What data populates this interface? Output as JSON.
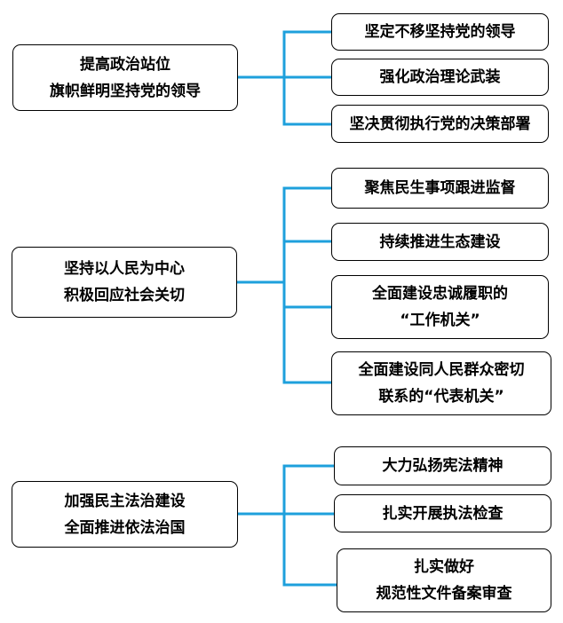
{
  "groups": [
    {
      "main": [
        "提高政治站位",
        "旗帜鲜明坚持党的领导"
      ],
      "items": [
        [
          "坚定不移坚持党的领导"
        ],
        [
          "强化政治理论武装"
        ],
        [
          "坚决贯彻执行党的决策部署"
        ]
      ]
    },
    {
      "main": [
        "坚持以人民为中心",
        "积极回应社会关切"
      ],
      "items": [
        [
          "聚焦民生事项跟进监督"
        ],
        [
          "持续推进生态建设"
        ],
        [
          "全面建设忠诚履职的",
          "“工作机关”"
        ],
        [
          "全面建设同人民群众密切",
          "联系的“代表机关”"
        ]
      ]
    },
    {
      "main": [
        "加强民主法治建设",
        "全面推进依法治国"
      ],
      "items": [
        [
          "大力弘扬宪法精神"
        ],
        [
          "扎实开展执法检查"
        ],
        [
          "扎实做好",
          "规范性文件备案审查"
        ]
      ]
    }
  ],
  "colors": {
    "connector": "#1ea0dc",
    "border": "#000000"
  }
}
